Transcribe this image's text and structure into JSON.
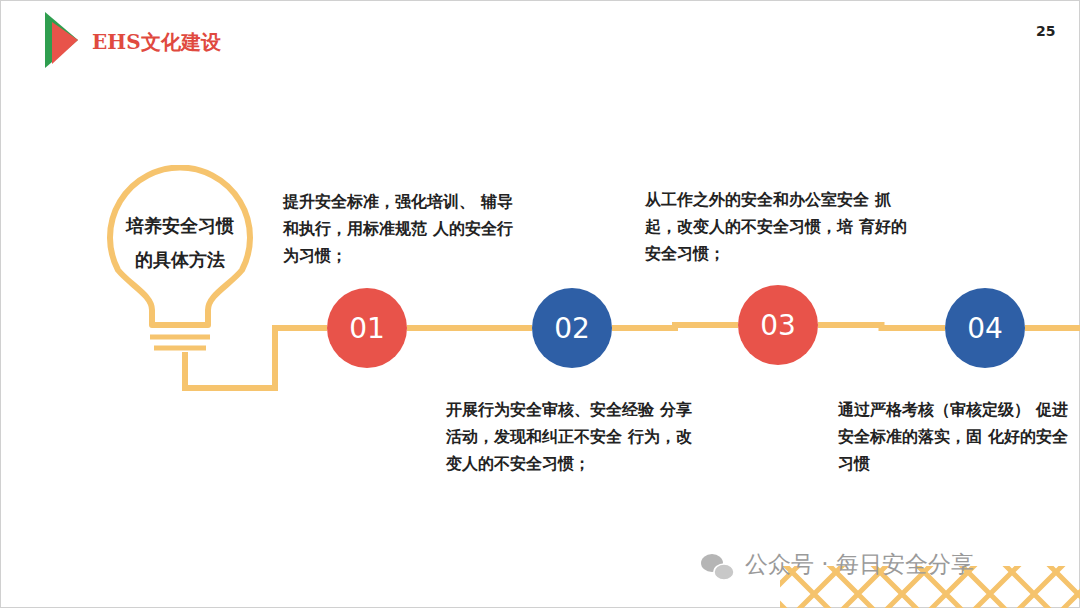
{
  "diagram": {
    "title": "EHS文化建设",
    "nodes": [
      {
        "text": [
          "培养安全习惯 的具体方法"
        ]
      },
      {
        "text": [
          "01"
        ]
      },
      {
        "text": [
          "02"
        ]
      },
      {
        "text": [
          "03"
        ]
      },
      {
        "text": [
          "04"
        ]
      }
    ],
    "edges": [
      {
        "from": 0,
        "to": 1,
        "arrow": "none"
      },
      {
        "from": 1,
        "to": 2,
        "arrow": "none"
      },
      {
        "from": 2,
        "to": 3,
        "arrow": "none"
      },
      {
        "from": 3,
        "to": 4,
        "arrow": "none"
      }
    ],
    "labels": [
      "25",
      "提升安全标准，强化培训、 辅导和执行，用标准规范 人的安全行为习惯；",
      "开展行为安全审核、安全经验 分享活动，发现和纠正不安全 行为，改变人的不安全习惯；",
      "从工作之外的安全和办公室安全 抓起，改变人的不安全习惯，培 育好的安全习惯；",
      "通过严格考核（审核定级） 促进安全标准的落实，固 化好的安全习惯",
      "公众号 · 每日安全分享"
    ]
  }
}
